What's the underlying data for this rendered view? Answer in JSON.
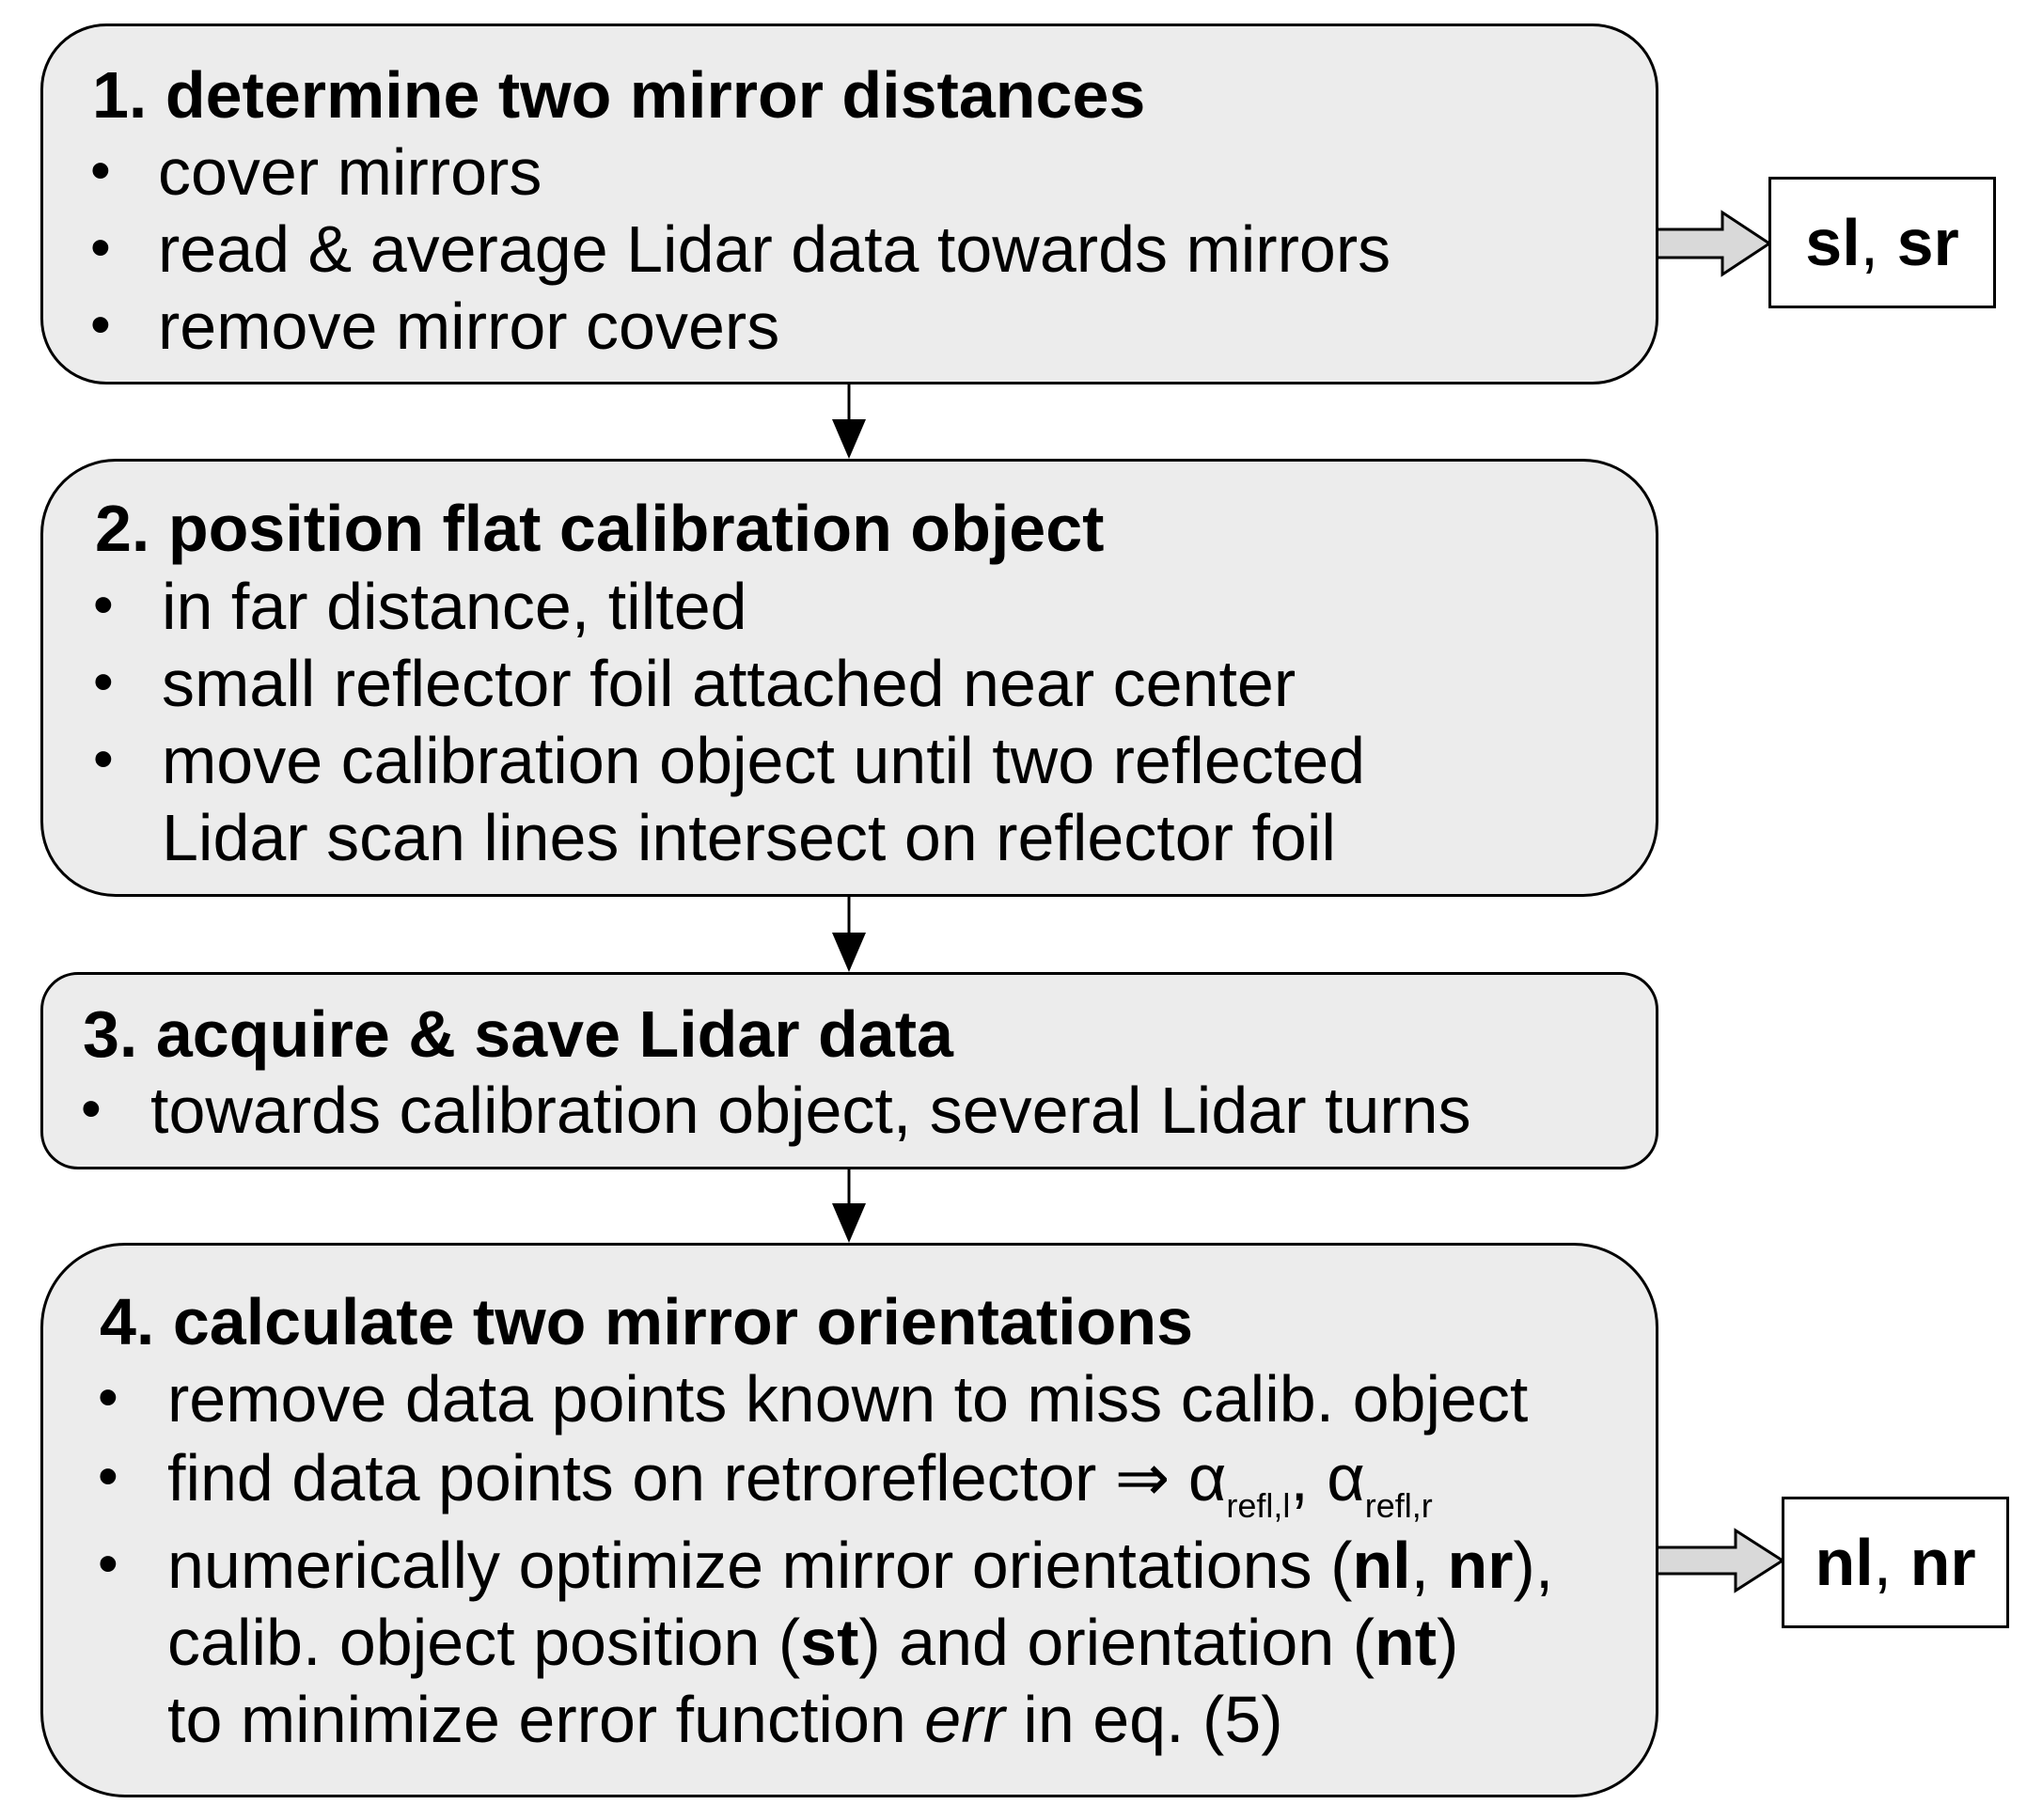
{
  "steps": [
    {
      "title": "1. determine two mirror distances",
      "bullets": [
        "cover mirrors",
        "read & average Lidar data towards mirrors",
        "remove mirror covers"
      ]
    },
    {
      "title": "2. position flat calibration object",
      "bullets": [
        "in far distance, tilted",
        "small reflector foil attached near center",
        "move calibration object until two reflected",
        "Lidar scan lines intersect on reflector foil"
      ]
    },
    {
      "title": "3. acquire & save Lidar data",
      "bullets": [
        "towards calibration object, several Lidar turns"
      ]
    },
    {
      "title": "4. calculate two mirror orientations",
      "b1": "remove data points known to miss calib. object",
      "b2_text": "find data points on retroreflector ⇒ α",
      "b2_sub1": "refl,l",
      "b2_sep": ", α",
      "b2_sub2": "refl,r",
      "b3_l1_pre": "numerically optimize mirror orientations (",
      "b3_l1_nl": "nl",
      "b3_l1_comma": ", ",
      "b3_l1_nr": "nr",
      "b3_l1_post": "),",
      "b3_l2_pre": "calib. object position (",
      "b3_l2_st": "st",
      "b3_l2_mid": ") and orientation (",
      "b3_l2_nt": "nt",
      "b3_l2_post": ")",
      "b3_l3_pre": "to minimize error function ",
      "b3_l3_err": "err",
      "b3_l3_post": " in eq. (5)"
    }
  ],
  "outputs": {
    "out1_a": "sl",
    "out1_sep": ", ",
    "out1_b": "sr",
    "out2_a": "nl",
    "out2_sep": ", ",
    "out2_b": "nr"
  },
  "bullet_char": "•"
}
